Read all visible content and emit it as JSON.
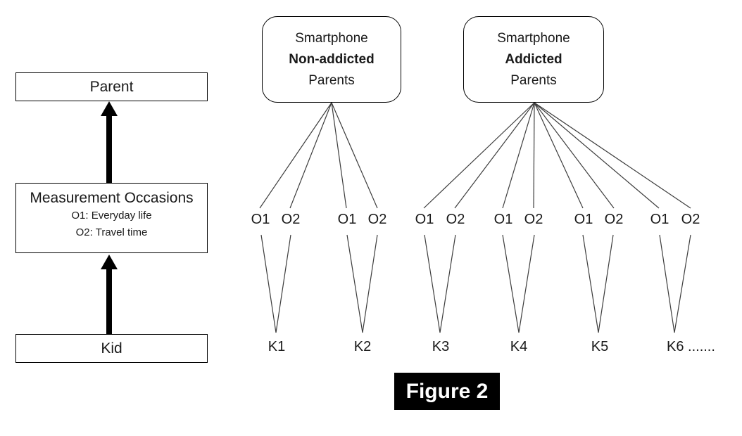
{
  "colors": {
    "background": "#ffffff",
    "ink": "#1a1a1a",
    "connector_line": "#3d3d3d",
    "caption_bg": "#000000",
    "caption_fg": "#ffffff"
  },
  "left_flow": {
    "parent_label": "Parent",
    "occasions_title": "Measurement Occasions",
    "occasion1": "O1: Everyday life",
    "occasion2": "O2: Travel time",
    "kid_label": "Kid"
  },
  "groups": [
    {
      "line1": "Smartphone",
      "line2": "Non-addicted",
      "line3": "Parents"
    },
    {
      "line1": "Smartphone",
      "line2": "Addicted",
      "line3": "Parents"
    }
  ],
  "occasion_labels": [
    "O1",
    "O2",
    "O1",
    "O2",
    "O1",
    "O2",
    "O1",
    "O2",
    "O1",
    "O2",
    "O1",
    "O2"
  ],
  "kid_labels": [
    "K1",
    "K2",
    "K3",
    "K4",
    "K5",
    "K6 ......."
  ],
  "caption": "Figure 2"
}
